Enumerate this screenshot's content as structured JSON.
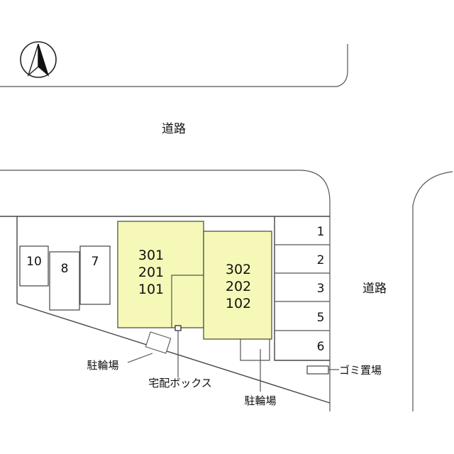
{
  "road_top": "道路",
  "road_right": "道路",
  "building_a_units": [
    "301",
    "201",
    "101"
  ],
  "building_b_units": [
    "302",
    "202",
    "102"
  ],
  "left_parking": [
    "10",
    "8",
    "7"
  ],
  "right_parking": [
    "1",
    "2",
    "3",
    "5",
    "6"
  ],
  "labels": {
    "bike_left": "駐輪場",
    "delivery_box": "宅配ボックス",
    "bike_bottom": "駐輪場",
    "garbage": "ゴミ置場"
  },
  "colors": {
    "building_fill": "#f6f8b8",
    "outline": "#444444"
  },
  "icons": {
    "compass": "north-arrow-icon"
  }
}
